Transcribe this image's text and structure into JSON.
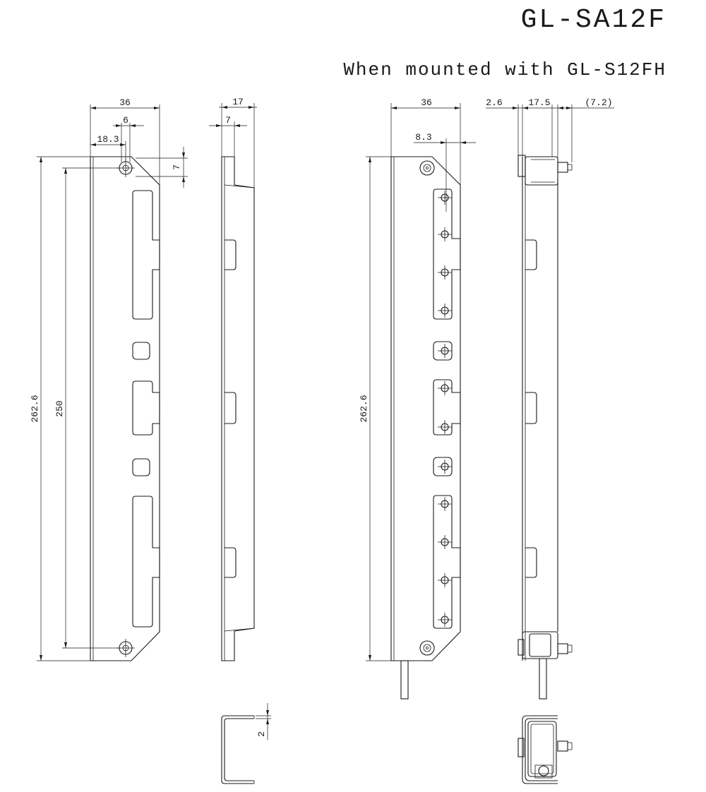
{
  "title": "GL-SA12F",
  "subtitle": "When mounted with GL-S12FH",
  "dimensions": {
    "front_width": "36",
    "hole_spacing": "6",
    "hole_offset": "18.3",
    "top_hole_height": "7",
    "total_length": "262.6",
    "hole_pitch": "250",
    "side_width": "17",
    "side_flange": "7",
    "section_thickness": "2",
    "mounted_width": "36",
    "mounted_hole_offset": "8.3",
    "mounted_length": "262.6",
    "mounted_side_a": "2.6",
    "mounted_side_b": "17.5",
    "mounted_side_c": "(7.2)"
  }
}
